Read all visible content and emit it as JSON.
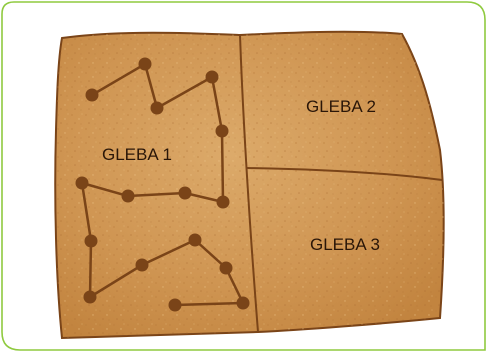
{
  "labels": {
    "gleba1": "GLEBA 1",
    "gleba2": "GLEBA 2",
    "gleba3": "GLEBA 3"
  },
  "colors": {
    "frame_border": "#8fca3f",
    "soil_base": "#d39a55",
    "soil_light": "#e0b277",
    "soil_dark": "#b9773a",
    "outline": "#7a4418",
    "path": "#7a4418",
    "node": "#7a4418",
    "text": "#2a1608"
  }
}
